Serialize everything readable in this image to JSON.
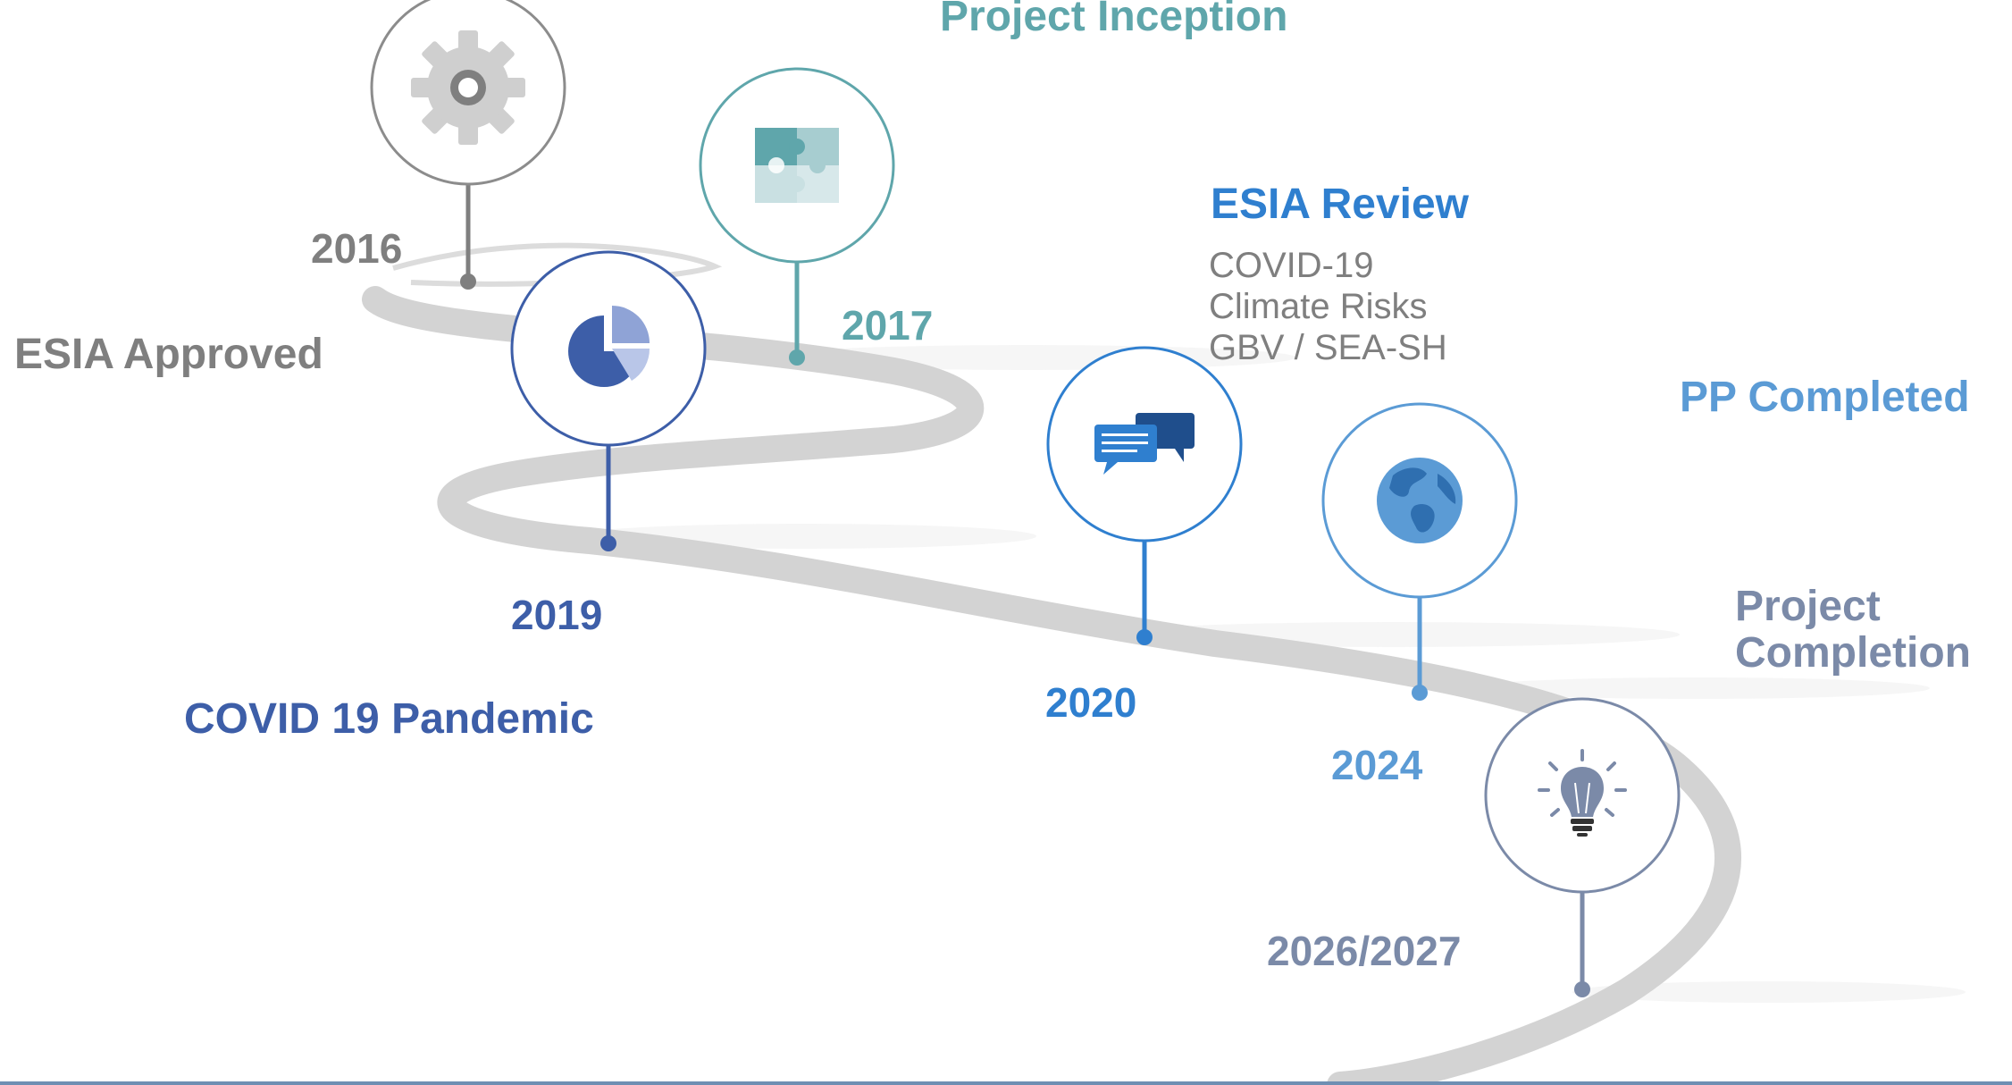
{
  "milestones": [
    {
      "year": "2016",
      "title": "ESIA Approved",
      "icon": "gear-icon"
    },
    {
      "year": "2017",
      "title": "Project Inception",
      "icon": "puzzle-icon"
    },
    {
      "year": "2019",
      "title": "COVID 19 Pandemic",
      "icon": "pie-chart-icon"
    },
    {
      "year": "2020",
      "title": "ESIA Review",
      "details": [
        "COVID-19",
        "Climate  Risks",
        "GBV / SEA-SH"
      ],
      "icon": "chat-bubbles-icon"
    },
    {
      "year": "2024",
      "title": "PP Completed",
      "icon": "globe-icon"
    },
    {
      "year": "2026/2027",
      "title": "Project\nCompletion",
      "title_lines": [
        "Project",
        "Completion"
      ],
      "icon": "lightbulb-icon"
    }
  ],
  "colors": {
    "gray": "#7f7f7f",
    "teal": "#5fa6ab",
    "navy": "#3d5ea8",
    "blue": "#2f7fcf",
    "sky": "#5b9bd5",
    "slate": "#7b8aa8",
    "road": "#d9d9d9"
  }
}
